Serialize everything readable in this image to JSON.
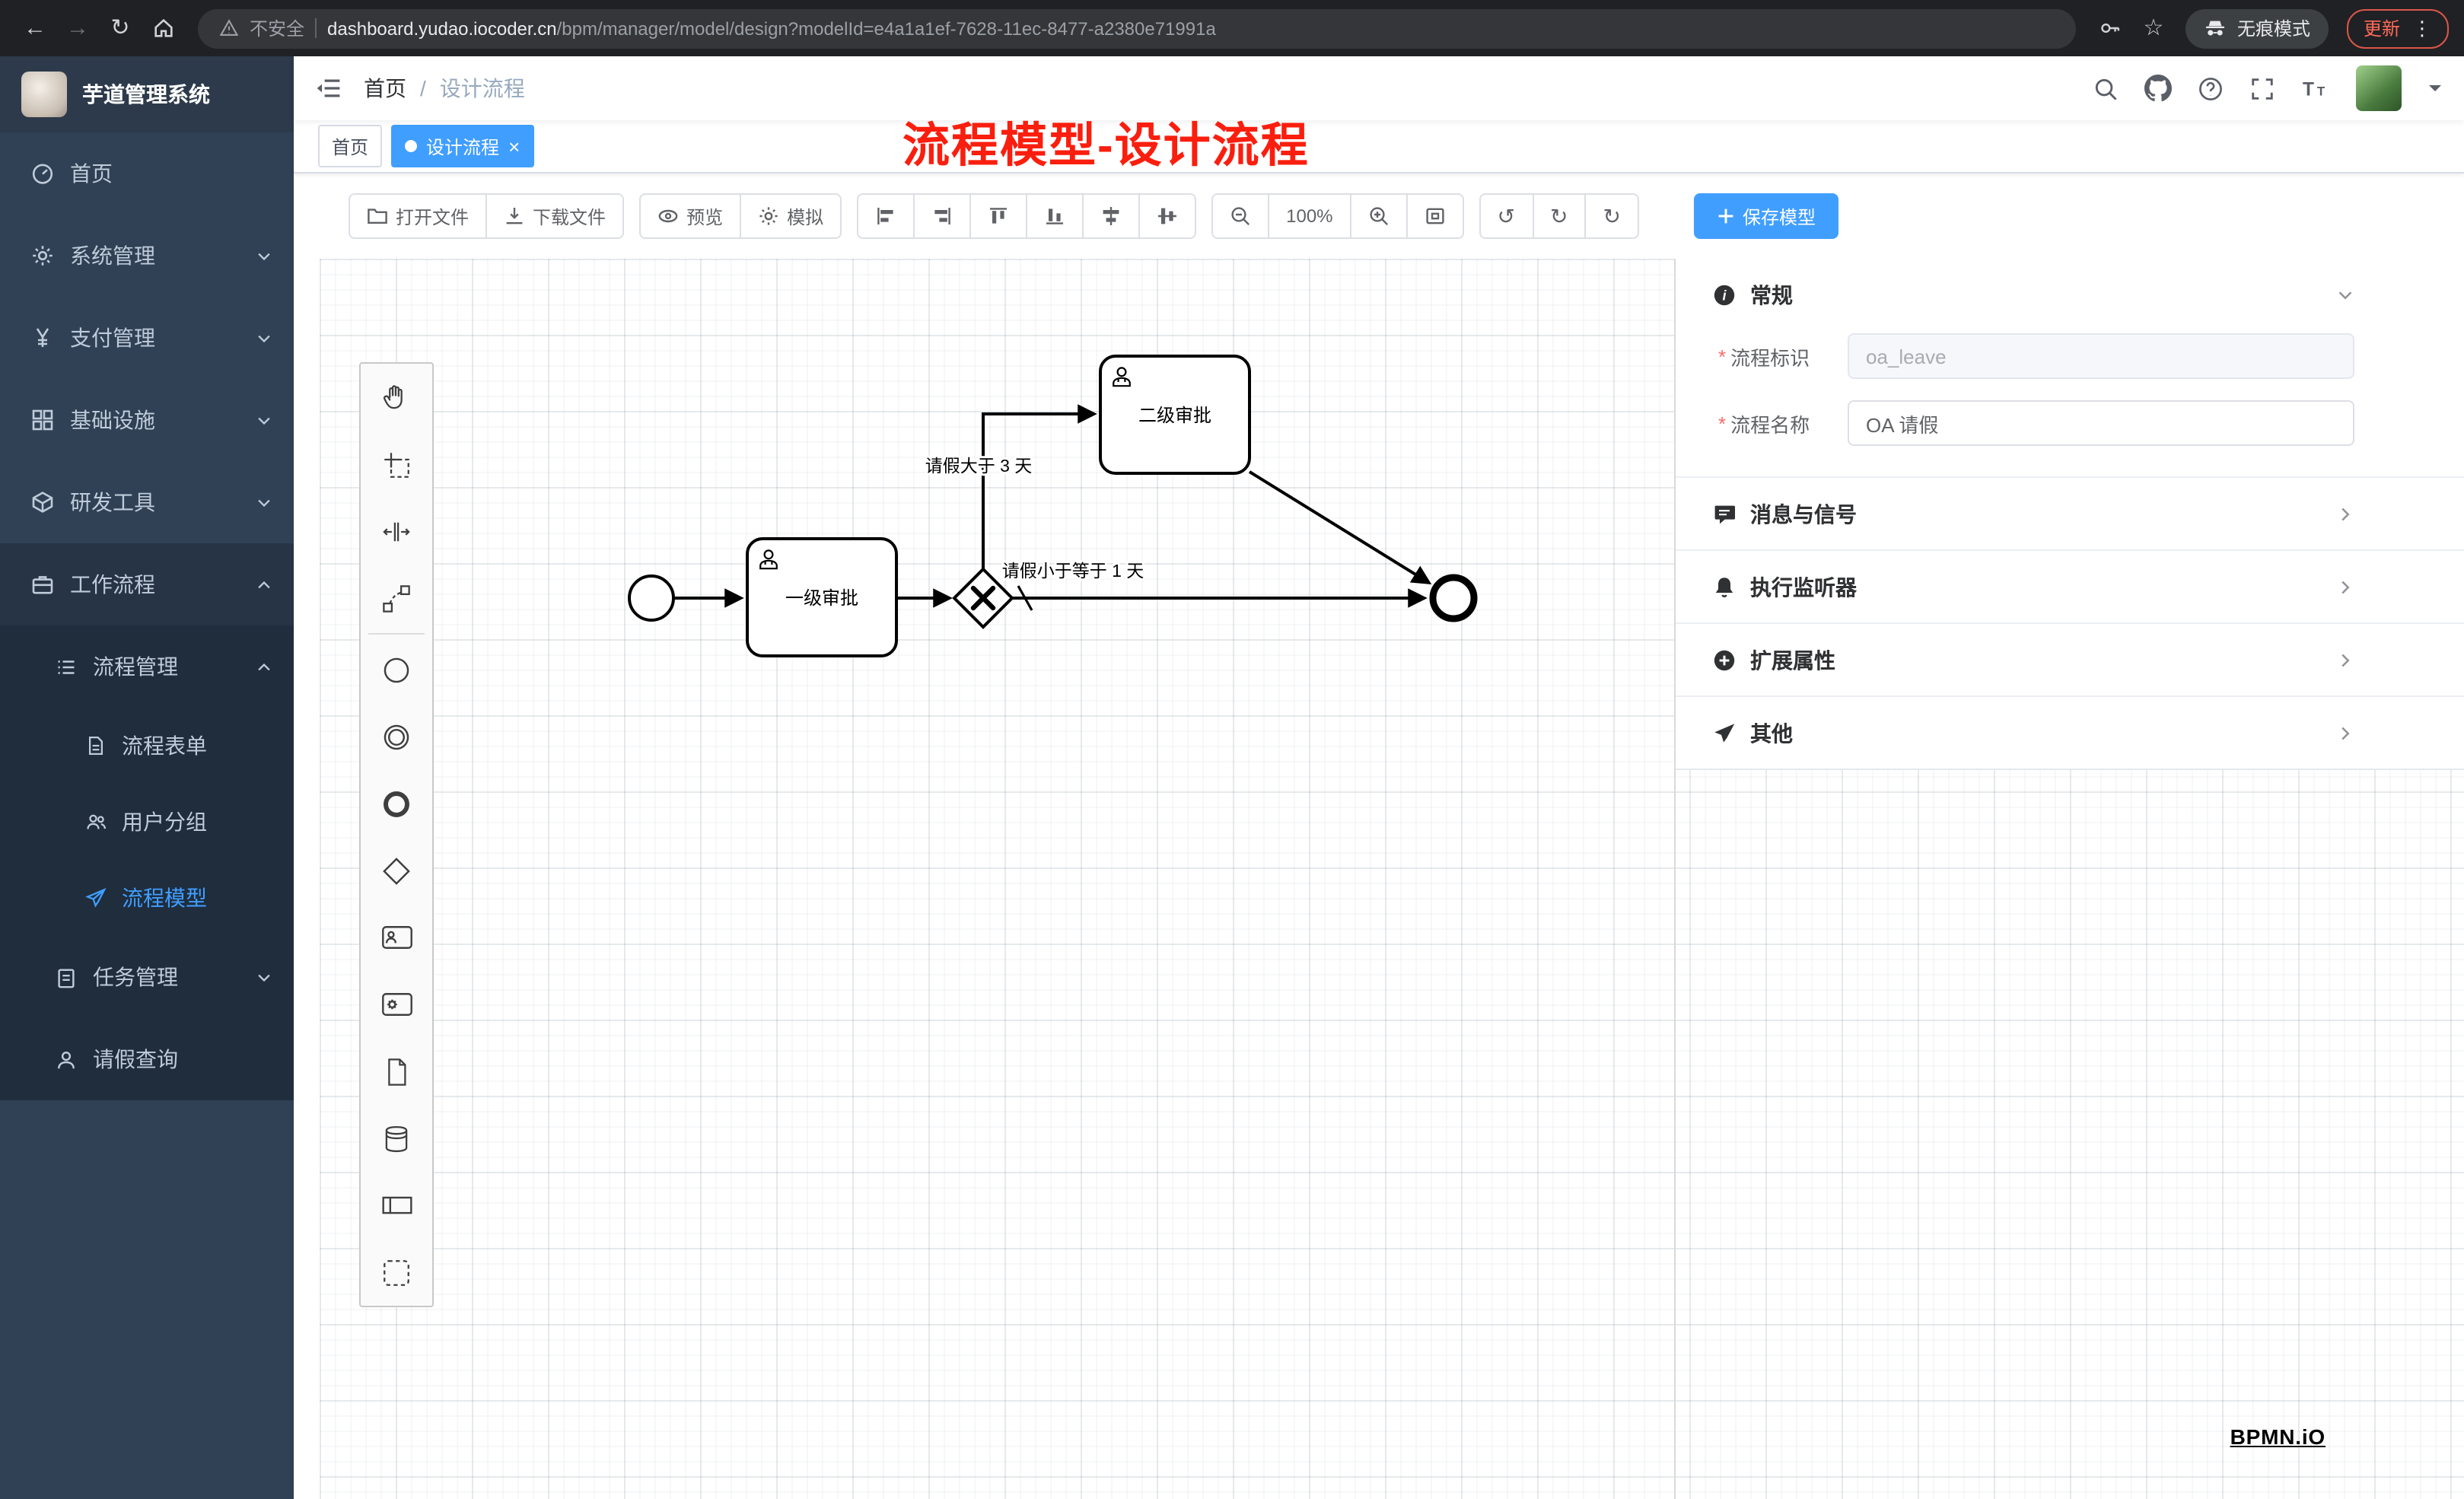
{
  "browser": {
    "security_label": "不安全",
    "url_domain": "dashboard.yudao.iocoder.cn",
    "url_path": "/bpm/manager/model/design?modelId=e4a1a1ef-7628-11ec-8477-a2380e71991a",
    "incognito_label": "无痕模式",
    "update_label": "更新"
  },
  "sidebar": {
    "logo_title": "芋道管理系统",
    "items": [
      {
        "label": "首页"
      },
      {
        "label": "系统管理"
      },
      {
        "label": "支付管理"
      },
      {
        "label": "基础设施"
      },
      {
        "label": "研发工具"
      },
      {
        "label": "工作流程"
      }
    ],
    "submenu": {
      "process": {
        "label": "流程管理"
      },
      "children": [
        {
          "label": "流程表单"
        },
        {
          "label": "用户分组"
        },
        {
          "label": "流程模型",
          "active": true
        }
      ],
      "task": {
        "label": "任务管理"
      },
      "leave": {
        "label": "请假查询"
      }
    }
  },
  "header": {
    "breadcrumb_home": "首页",
    "breadcrumb_sep": "/",
    "breadcrumb_current": "设计流程"
  },
  "annotation": "流程模型-设计流程",
  "tabs": {
    "home": "首页",
    "active_label": "设计流程"
  },
  "toolbar": {
    "open_file": "打开文件",
    "download_file": "下载文件",
    "preview": "预览",
    "simulate": "模拟",
    "zoom_level": "100%",
    "save_model": "保存模型"
  },
  "diagram": {
    "task_level1": "一级审批",
    "task_level2": "二级审批",
    "flow_gt3": "请假大于 3 天",
    "flow_le1": "请假小于等于 1 天"
  },
  "properties": {
    "general_title": "常规",
    "required_mark": "*",
    "fields": [
      {
        "label": "流程标识",
        "value": "oa_leave",
        "disabled": true
      },
      {
        "label": "流程名称",
        "value": "OA 请假"
      }
    ],
    "sections": [
      {
        "label": "消息与信号"
      },
      {
        "label": "执行监听器"
      },
      {
        "label": "扩展属性"
      },
      {
        "label": "其他"
      }
    ]
  },
  "watermark": "BPMN.iO",
  "theme": {
    "primary": "#409eff",
    "sidebar_bg": "#304156",
    "submenu_bg": "#1f2d3d",
    "tab_active_bg": "#409eff",
    "annotation_color": "#fa1e0e",
    "update_badge_color": "#ff6a58"
  }
}
